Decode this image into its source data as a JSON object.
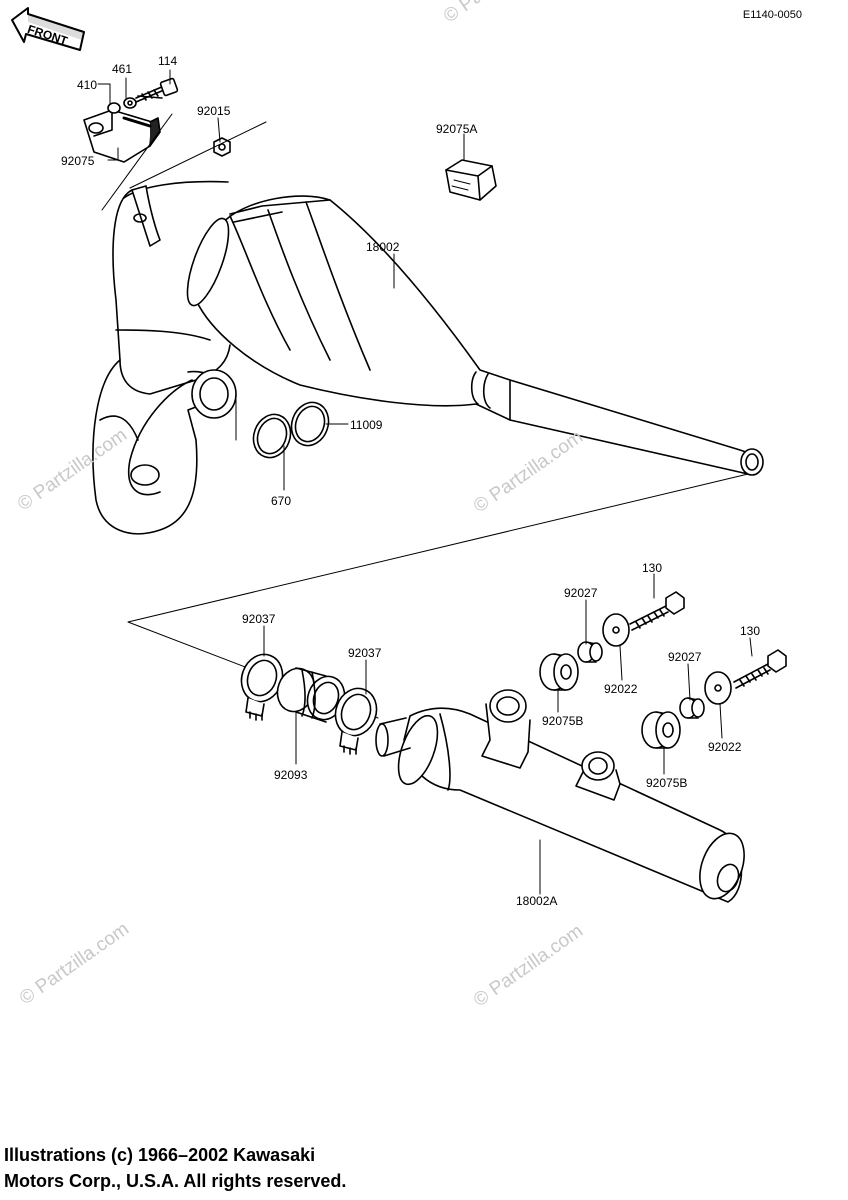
{
  "diagram_code": "E1140-0050",
  "front_label": "FRONT",
  "copyright": {
    "line1": "Illustrations (c) 1966–2002 Kawasaki",
    "line2": "Motors Corp., U.S.A.  All rights reserved."
  },
  "watermarks": [
    "© Partzilla.com",
    "© Partzilla.com",
    "© Partzilla.com",
    "© Partzilla.com",
    "© Partzilla.com"
  ],
  "parts": [
    {
      "number": "114"
    },
    {
      "number": "461"
    },
    {
      "number": "410"
    },
    {
      "number": "92015"
    },
    {
      "number": "92075"
    },
    {
      "number": "92075A"
    },
    {
      "number": "18002"
    },
    {
      "number": "11009"
    },
    {
      "number": "670"
    },
    {
      "number": "92037"
    },
    {
      "number": "92037"
    },
    {
      "number": "92093"
    },
    {
      "number": "92027"
    },
    {
      "number": "130"
    },
    {
      "number": "92022"
    },
    {
      "number": "92075B"
    },
    {
      "number": "92027"
    },
    {
      "number": "130"
    },
    {
      "number": "92022"
    },
    {
      "number": "92075B"
    },
    {
      "number": "18002A"
    }
  ]
}
